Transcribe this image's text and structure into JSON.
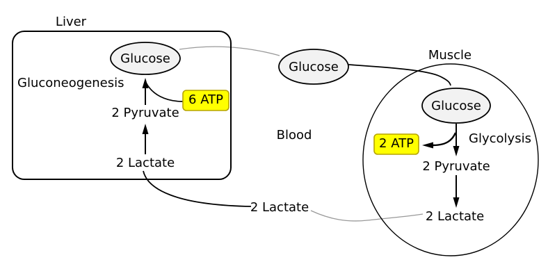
{
  "diagram": {
    "liver": {
      "label": "Liver",
      "process": "Gluconeogenesis",
      "glucose": "Glucose",
      "pyruvate": "2 Pyruvate",
      "lactate": "2 Lactate",
      "atp": "6 ATP"
    },
    "blood": {
      "label": "Blood",
      "glucose": "Glucose",
      "lactate": "2 Lactate"
    },
    "muscle": {
      "label": "Muscle",
      "process": "Glycolysis",
      "glucose": "Glucose",
      "pyruvate": "2 Pyruvate",
      "lactate": "2 Lactate",
      "atp": "2 ATP"
    },
    "colors": {
      "background": "#ffffff",
      "node_fill": "#f2f2f2",
      "stroke_black": "#000000",
      "connector_gray": "#999999",
      "atp_fill": "#ffff00",
      "atp_stroke": "#b5a300"
    }
  }
}
